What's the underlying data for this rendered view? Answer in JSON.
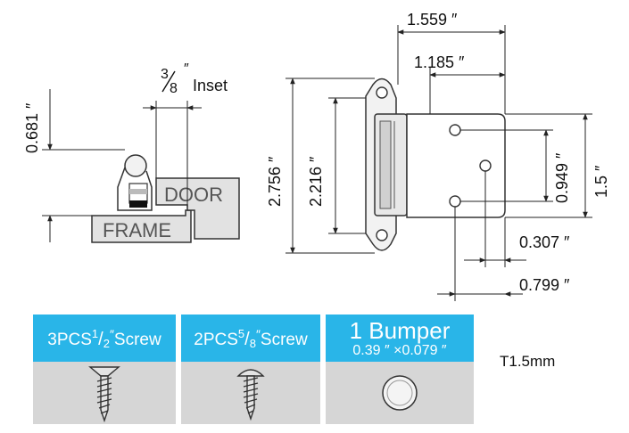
{
  "side_view": {
    "door_label": "DOOR",
    "frame_label": "FRAME",
    "inset_numerator": "3",
    "inset_denominator": "8",
    "inset_mark": "″",
    "inset_label": "Inset",
    "height_dim": "0.681 ″"
  },
  "front_view": {
    "dim_total_width": "1.559 ″",
    "dim_leaf_width": "1.185 ″",
    "dim_total_height": "2.756 ″",
    "dim_body_height": "2.216 ″",
    "dim_hole_spacing": "0.949 ″",
    "dim_leaf_height": "1.5 ″",
    "dim_hole_offset_small": "0.307 ″",
    "dim_hole_offset_large": "0.799 ″"
  },
  "parts": [
    {
      "qty": "3PCS",
      "num": "1",
      "den": "2",
      "mark": "″",
      "name": "Screw",
      "icon": "flat-head-screw-icon"
    },
    {
      "qty": "2PCS",
      "num": "5",
      "den": "8",
      "mark": "″",
      "name": "Screw",
      "icon": "round-head-screw-icon"
    },
    {
      "title": "1 Bumper",
      "size": "0.39 ″ ×0.079 ″",
      "icon": "bumper-icon"
    }
  ],
  "thickness_note": "T1.5mm",
  "colors": {
    "header_blue": "#29b5e8",
    "cell_gray": "#d6d6d6",
    "part_gray": "#e4e4e4",
    "outline": "#333333"
  }
}
